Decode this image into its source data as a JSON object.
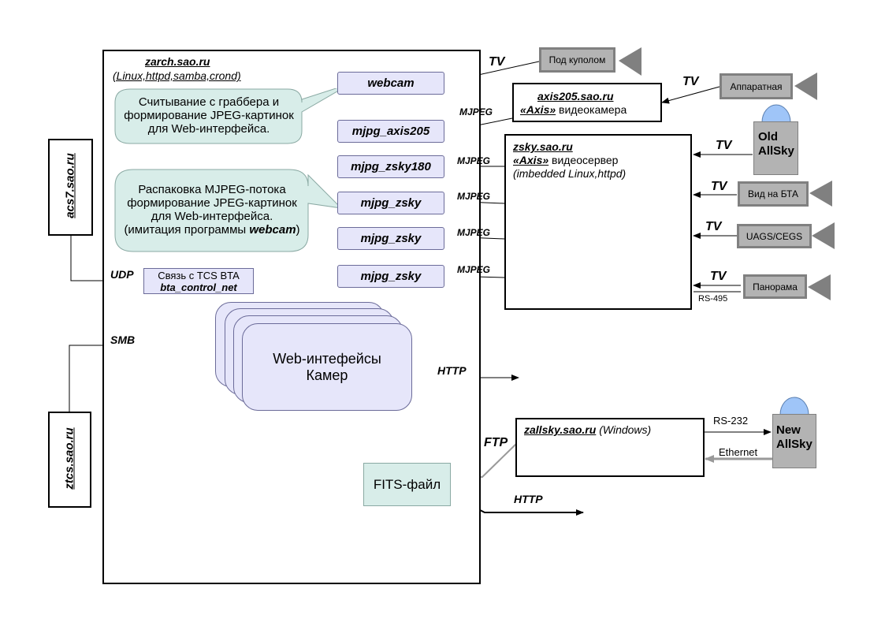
{
  "zarch": {
    "host": "zarch.sao.ru",
    "desc": "(Linux,httpd,samba,crond)"
  },
  "modules": [
    {
      "id": "webcam",
      "label": "webcam"
    },
    {
      "id": "mjpg_axis205",
      "label": "mjpg_axis205"
    },
    {
      "id": "mjpg_zsky180",
      "label": "mjpg_zsky180"
    },
    {
      "id": "mjpg_zsky_1",
      "label": "mjpg_zsky"
    },
    {
      "id": "mjpg_zsky_2",
      "label": "mjpg_zsky"
    },
    {
      "id": "mjpg_zsky_3",
      "label": "mjpg_zsky"
    }
  ],
  "callouts": {
    "grabber": [
      "Считывание с граббера и",
      "формирование JPEG-картинок",
      "для Web-интерфейса."
    ],
    "mjpeg_line1": "Распаковка MJPEG-потока",
    "mjpeg_line2": "формирование JPEG-картинок",
    "mjpeg_line3": "для Web-интерфейса.",
    "mjpeg_line4_pre": "(имитация программы ",
    "mjpeg_line4_bold": "webcam",
    "mjpeg_line4_post": ")"
  },
  "web": {
    "line1": "Web-интефейсы",
    "line2": "Камер"
  },
  "bta": {
    "line1": "Связь с TCS BTA",
    "line2": "bta_control_net"
  },
  "fits": "FITS-файл",
  "acs7": "acs7.sao.ru",
  "ztcs": "ztcs.sao.ru",
  "axis205": {
    "host": "axis205.sao.ru",
    "brand": "«Axis»",
    "type": " видеокамера"
  },
  "zsky": {
    "host": "zsky.sao.ru",
    "brand": "«Axis»",
    "type": " видеосервер",
    "desc": "(imbedded Linux,httpd)"
  },
  "zallsky": {
    "host": "zallsky.sao.ru",
    "desc": " (Windows)"
  },
  "cameras": {
    "pod_kupolom": "Под куполом",
    "apparatnaya": "Аппаратная",
    "vid_bta": "Вид на БТА",
    "uags": "UAGS/CEGS",
    "panorama": "Панорама"
  },
  "allsky_old": {
    "line1": "Old",
    "line2": "AllSky"
  },
  "allsky_new": {
    "line1": "New",
    "line2": "AllSky"
  },
  "labels": {
    "tv": "TV",
    "mjpeg": "MJPEG",
    "udp": "UDP",
    "smb": "SMB",
    "http": "HTTP",
    "ftp": "FTP",
    "rs495": "RS-495",
    "rs232": "RS-232",
    "ethernet": "Ethernet"
  },
  "colors": {
    "module_fill": "#e6e6fa",
    "callout_fill": "#d8ede9",
    "device_fill": "#b3b3b3",
    "dome": "#9fc5f8"
  }
}
